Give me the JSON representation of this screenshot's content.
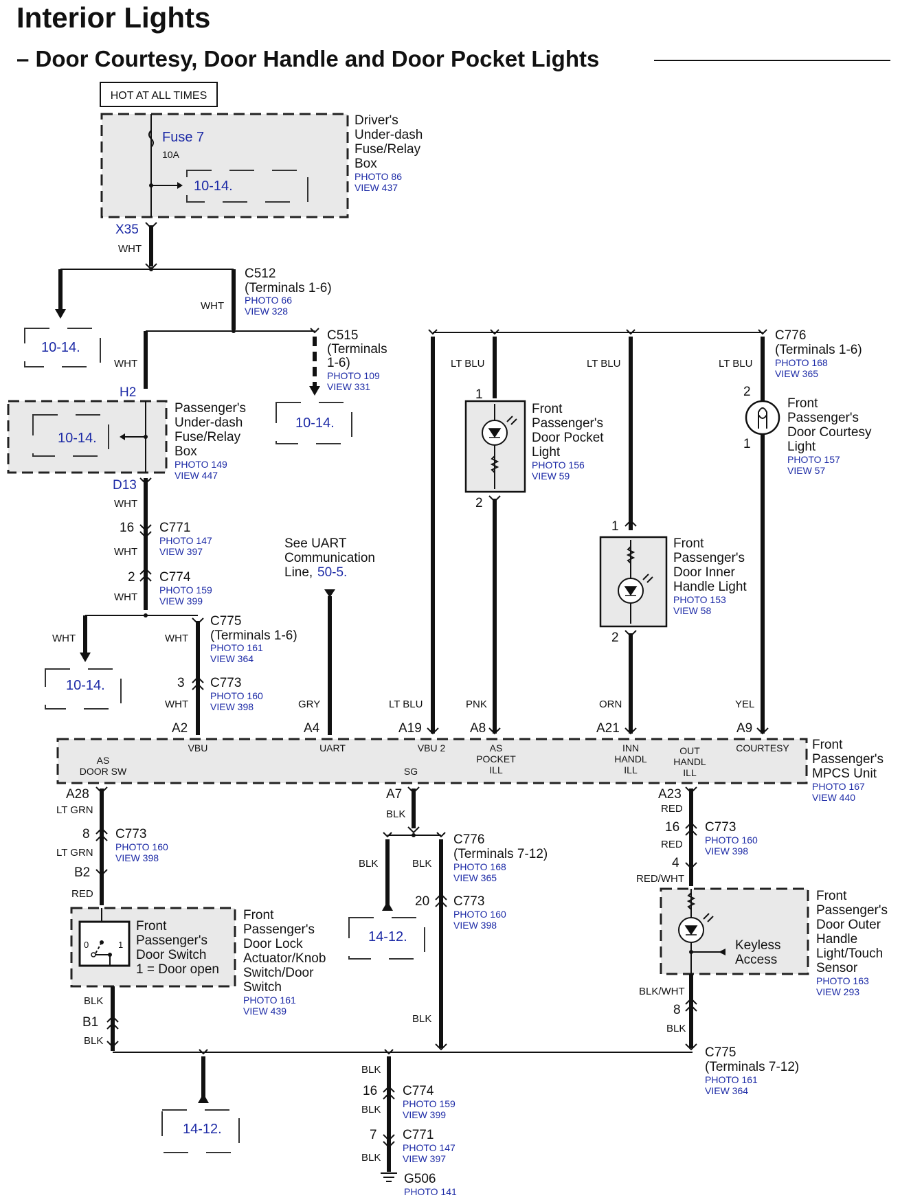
{
  "title": "Interior Lights",
  "subtitle": "– Door Courtesy, Door Handle and Door Pocket Lights",
  "hot_label": "HOT AT ALL TIMES",
  "fuse_box_1": {
    "fuse_name": "Fuse 7",
    "fuse_rating": "10A",
    "ref": "10-14.",
    "name_lines": [
      "Driver's",
      "Under-dash",
      "Fuse/Relay",
      "Box"
    ],
    "photo": "PHOTO 86",
    "view": "VIEW 437"
  },
  "pins": {
    "x35": "X35",
    "h2": "H2",
    "d13": "D13",
    "a2": "A2",
    "a4": "A4",
    "a19": "A19",
    "a8": "A8",
    "a21": "A21",
    "a9": "A9",
    "a28": "A28",
    "a7": "A7",
    "a23": "A23",
    "b2": "B2",
    "b1": "B1"
  },
  "wire_colors": {
    "wht": "WHT",
    "lt_blu": "LT BLU",
    "gry": "GRY",
    "pnk": "PNK",
    "orn": "ORN",
    "yel": "YEL",
    "lt_grn": "LT GRN",
    "red": "RED",
    "blk": "BLK",
    "red_wht": "RED/WHT",
    "blk_wht": "BLK/WHT"
  },
  "connectors": {
    "c512": {
      "name": "C512",
      "note": "(Terminals 1-6)",
      "photo": "PHOTO 66",
      "view": "VIEW 328"
    },
    "c515": {
      "name": "C515",
      "note_lines": [
        "(Terminals",
        "1-6)"
      ],
      "photo": "PHOTO 109",
      "view": "VIEW 331"
    },
    "c776_top": {
      "name": "C776",
      "note": "(Terminals 1-6)",
      "photo": "PHOTO 168",
      "view": "VIEW 365"
    },
    "c771_top": {
      "name": "C771",
      "pin": "16",
      "photo": "PHOTO 147",
      "view": "VIEW 397"
    },
    "c774_top": {
      "name": "C774",
      "pin": "2",
      "photo": "PHOTO 159",
      "view": "VIEW 399"
    },
    "c775_top": {
      "name": "C775",
      "note": "(Terminals 1-6)",
      "photo": "PHOTO 161",
      "view": "VIEW 364"
    },
    "c773_top": {
      "name": "C773",
      "pin": "3",
      "photo": "PHOTO 160",
      "view": "VIEW 398"
    },
    "c773_left": {
      "name": "C773",
      "pin": "8",
      "photo": "PHOTO 160",
      "view": "VIEW 398"
    },
    "c776_bot": {
      "name": "C776",
      "note": "(Terminals 7-12)",
      "photo": "PHOTO 168",
      "view": "VIEW 365"
    },
    "c773_mid": {
      "name": "C773",
      "pin": "20",
      "photo": "PHOTO 160",
      "view": "VIEW 398"
    },
    "c773_right": {
      "name": "C773",
      "pin": "16",
      "pin2": "4",
      "photo": "PHOTO 160",
      "view": "VIEW 398"
    },
    "c775_bot": {
      "name": "C775",
      "pin": "8",
      "note": "(Terminals 7-12)",
      "photo": "PHOTO 161",
      "view": "VIEW 364"
    },
    "c774_bot": {
      "name": "C774",
      "pin": "16",
      "photo": "PHOTO 159",
      "view": "VIEW 399"
    },
    "c771_bot": {
      "name": "C771",
      "pin": "7",
      "photo": "PHOTO 147",
      "view": "VIEW 397"
    }
  },
  "refs": {
    "r1": "10-14.",
    "r2": "10-14.",
    "r3": "10-14.",
    "r4": "10-14.",
    "r5": "14-12.",
    "r6": "14-12."
  },
  "fuse_box_2": {
    "ref": "10-14.",
    "name_lines": [
      "Passenger's",
      "Under-dash",
      "Fuse/Relay",
      "Box"
    ],
    "photo": "PHOTO 149",
    "view": "VIEW 447"
  },
  "uart_note": {
    "lines": [
      "See UART",
      "Communication"
    ],
    "line3": "Line,",
    "ref": "50-5."
  },
  "pocket_light": {
    "pin_top": "1",
    "pin_bot": "2",
    "name_lines": [
      "Front",
      "Passenger's",
      "Door Pocket",
      "Light"
    ],
    "photo": "PHOTO 156",
    "view": "VIEW 59"
  },
  "courtesy_light": {
    "pin_top": "2",
    "pin_bot": "1",
    "name_lines": [
      "Front",
      "Passenger's",
      "Door Courtesy",
      "Light"
    ],
    "photo": "PHOTO 157",
    "view": "VIEW 57"
  },
  "inner_handle_light": {
    "pin_top": "1",
    "pin_bot": "2",
    "name_lines": [
      "Front",
      "Passenger's",
      "Door Inner",
      "Handle Light"
    ],
    "photo": "PHOTO 153",
    "view": "VIEW 58"
  },
  "mpcs": {
    "vbu": "VBU",
    "uart": "UART",
    "vbu2": "VBU 2",
    "as_pocket": [
      "AS",
      "POCKET",
      "ILL"
    ],
    "inn_handl": [
      "INN",
      "HANDL",
      "ILL"
    ],
    "out_handl": [
      "OUT",
      "HANDL",
      "ILL"
    ],
    "courtesy": "COURTESY",
    "as_door": [
      "AS",
      "DOOR SW"
    ],
    "sg": "SG",
    "name_lines": [
      "Front",
      "Passenger's",
      "MPCS Unit"
    ],
    "photo": "PHOTO 167",
    "view": "VIEW 440"
  },
  "door_switch": {
    "inner_lines": [
      "Front",
      "Passenger's",
      "Door Switch",
      "1 = Door open"
    ],
    "pos0": "0",
    "pos1": "1",
    "name_lines": [
      "Front",
      "Passenger's",
      "Door Lock",
      "Actuator/Knob",
      "Switch/Door",
      "Switch"
    ],
    "photo": "PHOTO 161",
    "view": "VIEW 439"
  },
  "outer_handle": {
    "keyless_lines": [
      "Keyless",
      "Access"
    ],
    "name_lines": [
      "Front",
      "Passenger's",
      "Door Outer",
      "Handle",
      "Light/Touch",
      "Sensor"
    ],
    "photo": "PHOTO 163",
    "view": "VIEW 293"
  },
  "ground": {
    "name": "G506",
    "photo": "PHOTO 141"
  }
}
